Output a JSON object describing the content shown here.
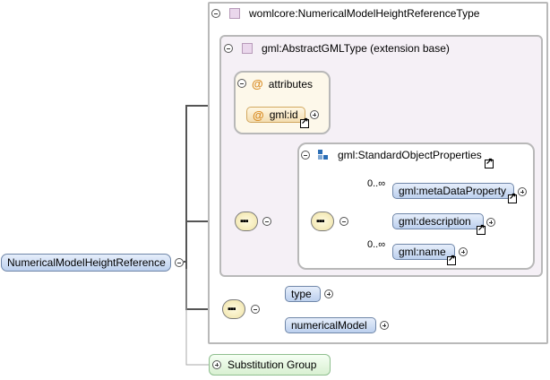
{
  "root": {
    "label": "NumericalModelHeightReference"
  },
  "complex_type": {
    "label": "womlcore:NumericalModelHeightReferenceType"
  },
  "extension": {
    "label": "gml:AbstractGMLType (extension base)"
  },
  "attributes": {
    "label": "attributes",
    "items": [
      {
        "label": "gml:id"
      }
    ]
  },
  "group": {
    "label": "gml:StandardObjectProperties"
  },
  "group_elements": [
    {
      "label": "gml:metaDataProperty",
      "occurrence": "0..∞"
    },
    {
      "label": "gml:description",
      "occurrence": ""
    },
    {
      "label": "gml:name",
      "occurrence": "0..∞"
    }
  ],
  "own_elements": [
    {
      "label": "type"
    },
    {
      "label": "numericalModel"
    }
  ],
  "substitution_group": {
    "label": "Substitution Group"
  }
}
